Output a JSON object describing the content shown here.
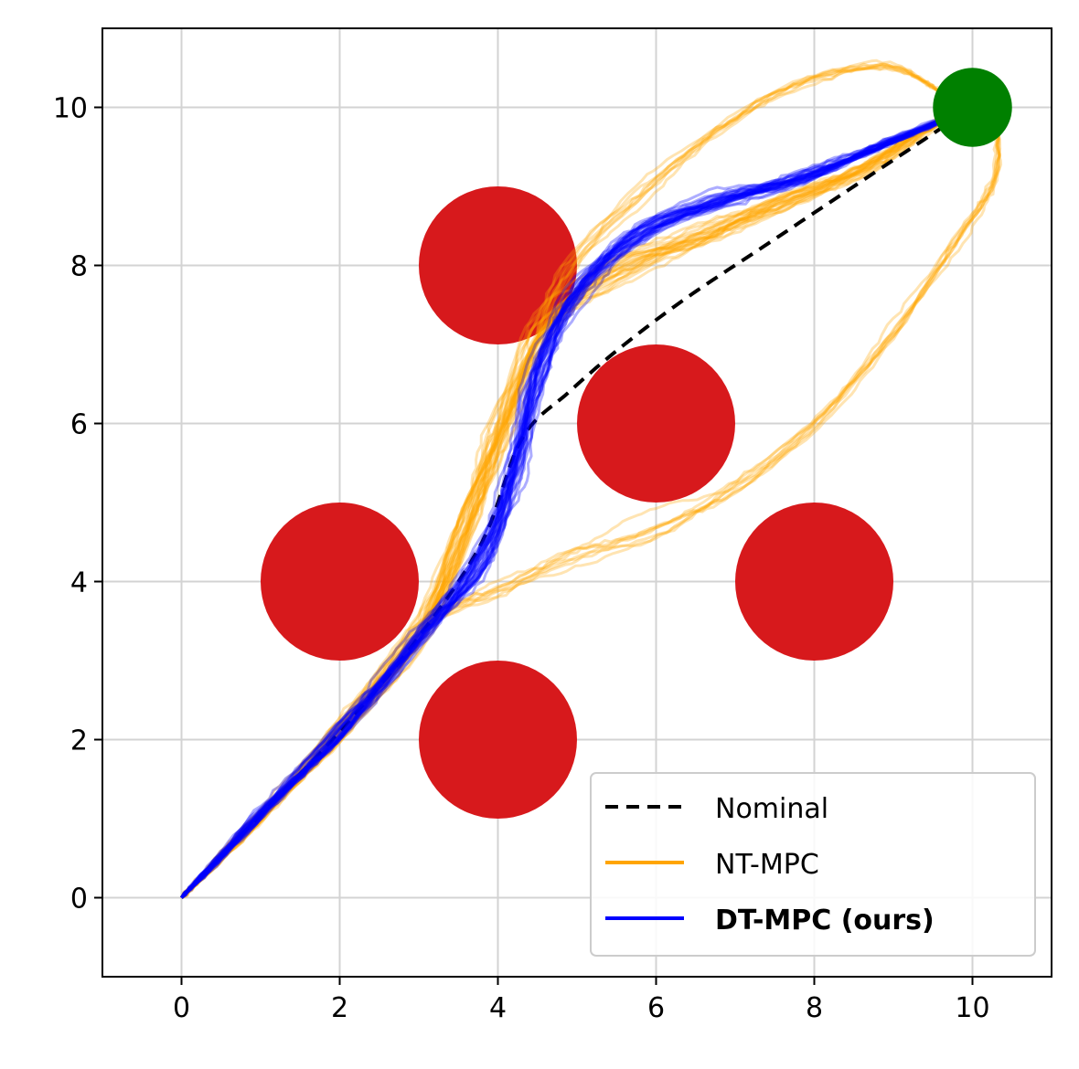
{
  "chart_data": {
    "type": "line",
    "xlim": [
      -1,
      11
    ],
    "ylim": [
      -1,
      11
    ],
    "x_ticks": [
      "0",
      "2",
      "4",
      "6",
      "8",
      "10"
    ],
    "y_ticks": [
      "0",
      "2",
      "4",
      "6",
      "8",
      "10"
    ],
    "grid": true,
    "legend_position": "bottom-right",
    "start": [
      0,
      0
    ],
    "goal": {
      "x": 10,
      "y": 10,
      "radius": 0.5,
      "color": "#008000"
    },
    "obstacles": [
      {
        "x": 4,
        "y": 8,
        "radius": 1.0
      },
      {
        "x": 6,
        "y": 6,
        "radius": 1.0
      },
      {
        "x": 2,
        "y": 4,
        "radius": 1.0
      },
      {
        "x": 8,
        "y": 4,
        "radius": 1.0
      },
      {
        "x": 4,
        "y": 2,
        "radius": 1.0
      }
    ],
    "obstacle_color": "#d7191c",
    "series": [
      {
        "name": "Nominal",
        "color": "#000000",
        "style": "dashed",
        "points": [
          [
            0,
            0
          ],
          [
            1,
            1.05
          ],
          [
            2,
            2.1
          ],
          [
            3,
            3.3
          ],
          [
            3.8,
            4.5
          ],
          [
            4.3,
            5.8
          ],
          [
            4.9,
            6.4
          ],
          [
            5.6,
            7.0
          ],
          [
            6.4,
            7.6
          ],
          [
            7.3,
            8.2
          ],
          [
            8.2,
            8.8
          ],
          [
            9.1,
            9.4
          ],
          [
            10,
            10
          ]
        ]
      },
      {
        "name": "NT-MPC",
        "color": "#ffa500",
        "style": "solid",
        "bundles": [
          {
            "count": 22,
            "spread": 0.18,
            "points": [
              [
                0,
                0
              ],
              [
                1,
                1.05
              ],
              [
                2,
                2.1
              ],
              [
                3,
                3.3
              ],
              [
                3.6,
                4.7
              ],
              [
                4.0,
                5.9
              ],
              [
                4.6,
                7.2
              ],
              [
                5.5,
                7.9
              ],
              [
                6.6,
                8.4
              ],
              [
                7.6,
                8.8
              ],
              [
                8.6,
                9.2
              ],
              [
                9.4,
                9.7
              ],
              [
                10,
                10
              ]
            ]
          },
          {
            "count": 8,
            "spread": 0.15,
            "points": [
              [
                0,
                0
              ],
              [
                1,
                1.05
              ],
              [
                2,
                2.1
              ],
              [
                3,
                3.3
              ],
              [
                3.5,
                4.3
              ],
              [
                3.9,
                5.5
              ],
              [
                4.3,
                6.6
              ],
              [
                4.9,
                7.9
              ],
              [
                5.8,
                8.9
              ],
              [
                6.8,
                9.7
              ],
              [
                7.8,
                10.3
              ],
              [
                8.9,
                10.5
              ],
              [
                9.6,
                10.2
              ]
            ]
          },
          {
            "count": 8,
            "spread": 0.15,
            "points": [
              [
                0,
                0
              ],
              [
                1,
                1.05
              ],
              [
                2,
                2.1
              ],
              [
                3,
                3.4
              ],
              [
                4,
                3.9
              ],
              [
                5,
                4.3
              ],
              [
                6,
                4.7
              ],
              [
                7,
                5.2
              ],
              [
                8,
                6.0
              ],
              [
                9,
                7.1
              ],
              [
                9.8,
                8.3
              ],
              [
                10.3,
                9.1
              ],
              [
                10.3,
                9.9
              ]
            ]
          }
        ]
      },
      {
        "name": "DT-MPC (ours)",
        "color": "#0000ff",
        "style": "solid",
        "bold": true,
        "bundles": [
          {
            "count": 30,
            "spread": 0.16,
            "points": [
              [
                0,
                0
              ],
              [
                1,
                1.05
              ],
              [
                2,
                2.1
              ],
              [
                3,
                3.3
              ],
              [
                3.8,
                4.3
              ],
              [
                4.2,
                5.4
              ],
              [
                4.5,
                6.6
              ],
              [
                5.0,
                7.6
              ],
              [
                5.8,
                8.4
              ],
              [
                6.8,
                8.8
              ],
              [
                7.8,
                9.1
              ],
              [
                8.8,
                9.5
              ],
              [
                10,
                10
              ]
            ]
          }
        ]
      }
    ]
  },
  "legend": {
    "items": [
      {
        "label": "Nominal",
        "color": "#000000",
        "dash": true,
        "bold": false
      },
      {
        "label": "NT-MPC",
        "color": "#ffa500",
        "dash": false,
        "bold": false
      },
      {
        "label": "DT-MPC (ours)",
        "color": "#0000ff",
        "dash": false,
        "bold": true
      }
    ]
  }
}
